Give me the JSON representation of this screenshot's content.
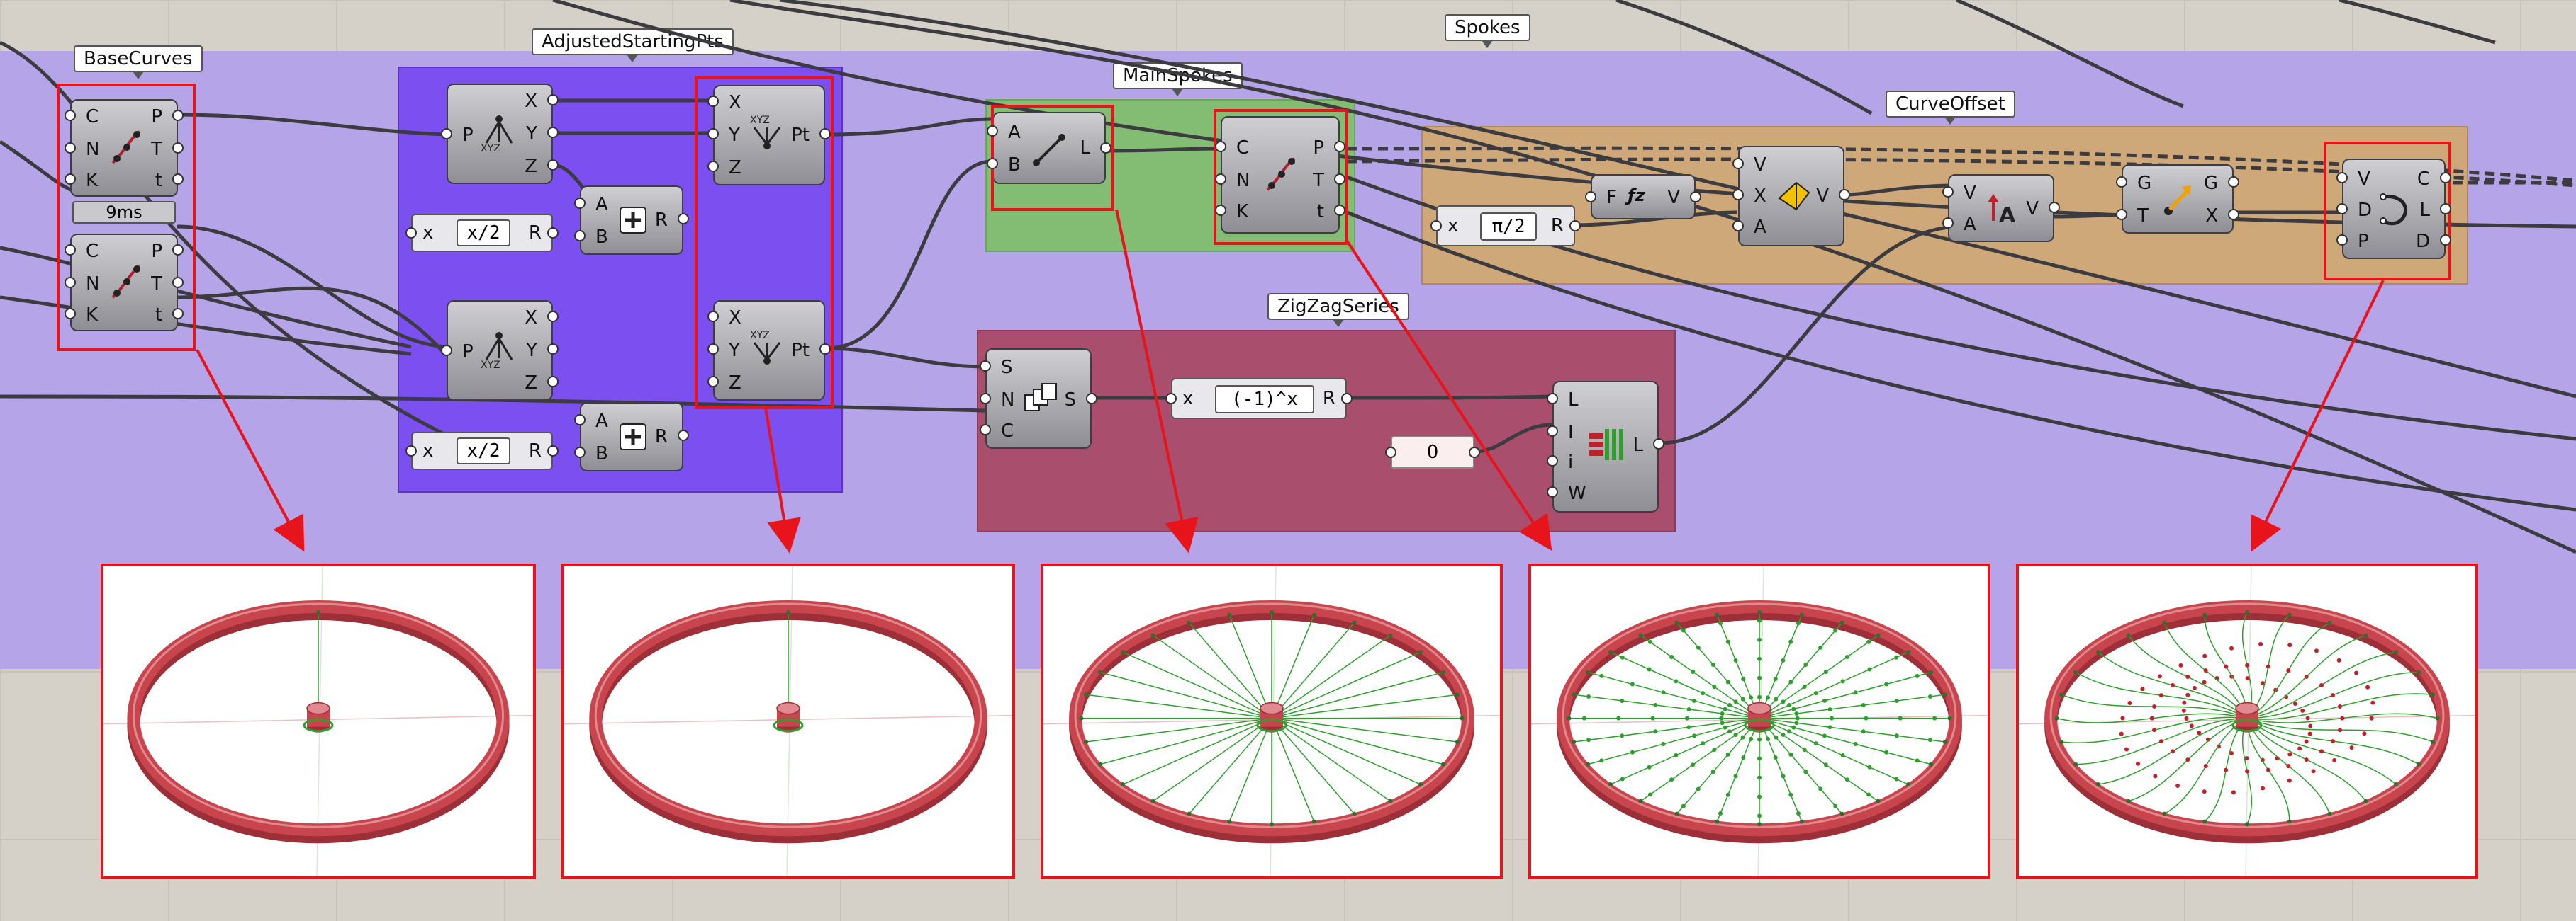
{
  "groups": {
    "base_curves": "BaseCurves",
    "adjusted_starting_pts": "AdjustedStartingPts",
    "spokes": "Spokes",
    "main_spokes": "MainSpokes",
    "curve_offset": "CurveOffset",
    "zigzag_series": "ZigZagSeries"
  },
  "components": {
    "divide_top": {
      "inputs": [
        "C",
        "N",
        "K"
      ],
      "outputs": [
        "P",
        "T",
        "t"
      ]
    },
    "divide_bottom": {
      "inputs": [
        "C",
        "N",
        "K"
      ],
      "outputs": [
        "P",
        "T",
        "t"
      ]
    },
    "timer_label": "9ms",
    "deconstruct_top": {
      "input": "P",
      "outputs": [
        "X",
        "Y",
        "Z"
      ]
    },
    "deconstruct_bottom": {
      "input": "P",
      "outputs": [
        "X",
        "Y",
        "Z"
      ]
    },
    "expr_half_top": {
      "input": "x",
      "expr": "x/2",
      "output": "R"
    },
    "expr_half_bottom": {
      "input": "x",
      "expr": "x/2",
      "output": "R"
    },
    "addition_top": {
      "inputs": [
        "A",
        "B"
      ],
      "output": "R"
    },
    "addition_bottom": {
      "inputs": [
        "A",
        "B"
      ],
      "output": "R"
    },
    "construct_top": {
      "inputs": [
        "X",
        "Y",
        "Z"
      ],
      "output": "Pt"
    },
    "construct_bottom": {
      "inputs": [
        "X",
        "Y",
        "Z"
      ],
      "output": "Pt"
    },
    "line": {
      "inputs": [
        "A",
        "B"
      ],
      "output": "L"
    },
    "divide_spokes": {
      "inputs": [
        "C",
        "N",
        "K"
      ],
      "outputs": [
        "P",
        "T",
        "t"
      ]
    },
    "expr_halfpi": {
      "input": "x",
      "expr": "π/2",
      "output": "R"
    },
    "evaluate_z": {
      "input": "F",
      "output": "V"
    },
    "rotate_vector": {
      "inputs": [
        "V",
        "X",
        "A"
      ],
      "output": "V"
    },
    "amplitude": {
      "inputs": [
        "V",
        "A"
      ],
      "output": "V"
    },
    "move": {
      "inputs": [
        "G",
        "T"
      ],
      "outputs": [
        "G",
        "X"
      ]
    },
    "interp_curve": {
      "inputs": [
        "V",
        "D",
        "P"
      ],
      "outputs": [
        "C",
        "L",
        "D"
      ]
    },
    "series": {
      "inputs": [
        "S",
        "N",
        "C"
      ],
      "output": "S"
    },
    "expr_neg_pow": {
      "input": "x",
      "expr": "(-1)^x",
      "output": "R"
    },
    "number_panel": "0",
    "weave": {
      "inputs": [
        "L",
        "I",
        "i",
        "W"
      ],
      "output": "L"
    }
  },
  "viewports": [
    {
      "id": "vp1",
      "spokes": 1,
      "points": false,
      "wavy": false
    },
    {
      "id": "vp2",
      "spokes": 1,
      "points": false,
      "wavy": false
    },
    {
      "id": "vp3",
      "spokes": 28,
      "points": false,
      "wavy": false
    },
    {
      "id": "vp4",
      "spokes": 28,
      "points": true,
      "wavy": false
    },
    {
      "id": "vp5",
      "spokes": 28,
      "points": true,
      "wavy": true
    }
  ],
  "colors": {
    "canvas": "#d5d1c9",
    "band": "#b6a4e8",
    "highlight": "#e8141c",
    "rim": "#c8454e",
    "spoke": "#2f9e2f"
  }
}
